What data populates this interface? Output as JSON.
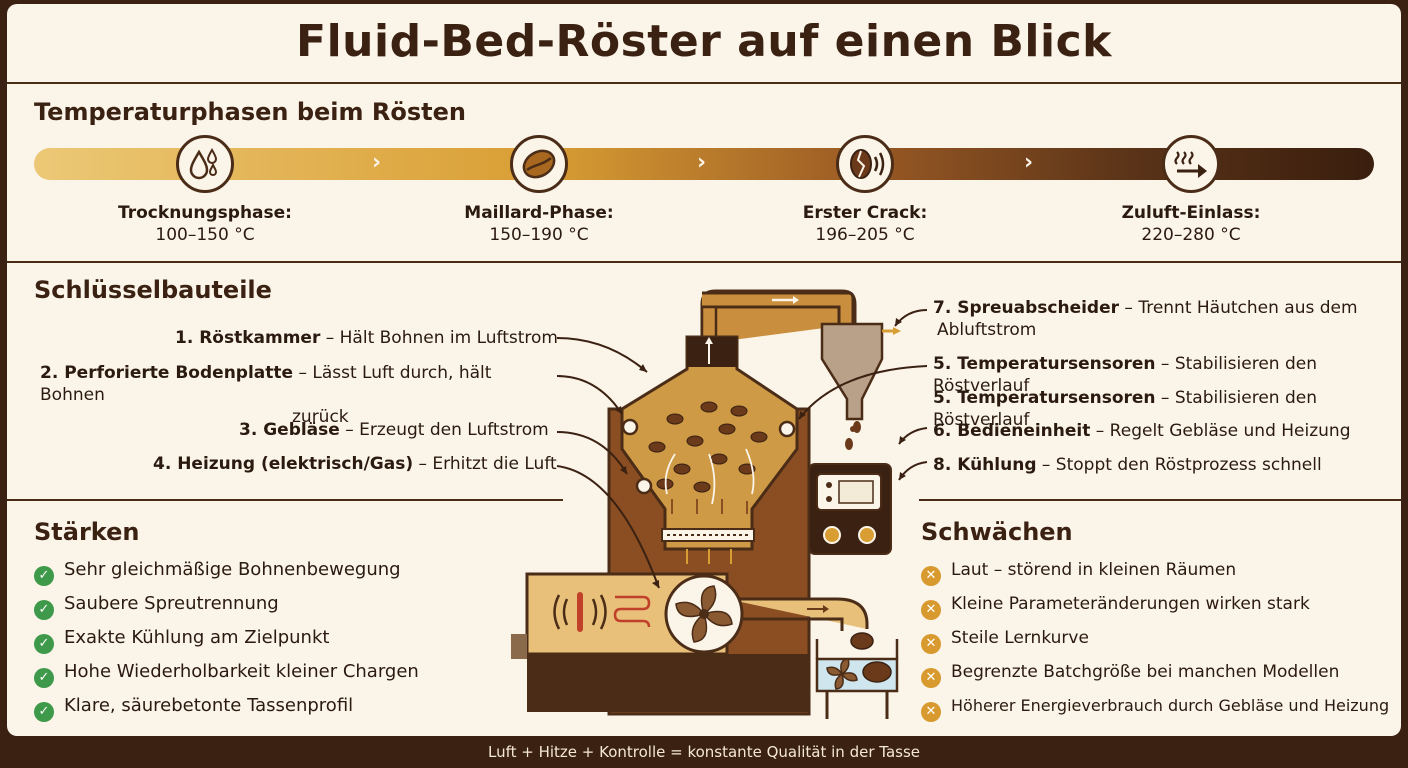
{
  "title": "Fluid-Bed-Röster auf einen Blick",
  "phases_section": {
    "heading": "Temperaturphasen beim Rösten",
    "phases": [
      {
        "name": "Trocknungsphase:",
        "range": "100–150 °C",
        "icon": "water-drops-icon"
      },
      {
        "name": "Maillard-Phase:",
        "range": "150–190 °C",
        "icon": "coffee-bean-icon"
      },
      {
        "name": "Erster Crack:",
        "range": "196–205 °C",
        "icon": "cracking-bean-icon"
      },
      {
        "name": "Zuluft-Einlass:",
        "range": "220–280 °C",
        "icon": "hot-air-arrow-icon"
      }
    ]
  },
  "components_section": {
    "heading": "Schlüsselbauteile",
    "left_labels": [
      {
        "name": "1. Röstkammer",
        "desc": " – Hält Bohnen im Luftstrom"
      },
      {
        "name": "2. Perforierte Bodenplatte",
        "desc": " – Lässt Luft durch, hält Bohnen",
        "desc2": "zurück"
      },
      {
        "name": "3. Gebläse",
        "desc": " – Erzeugt den Luftstrom"
      },
      {
        "name": "4. Heizung (elektrisch/Gas)",
        "desc": " – Erhitzt die Luft"
      }
    ],
    "right_labels": [
      {
        "name": "7. Spreuabscheider",
        "desc": " – Trennt Häutchen aus dem",
        "desc2": "Abluftstrom"
      },
      {
        "name": "5. Temperatursensoren",
        "desc": " – Stabilisieren den Röstverlauf"
      },
      {
        "name": "5. Temperatursensoren",
        "desc": " – Stabilisieren den Röstverlauf"
      },
      {
        "name": "6. Bedieneinheit",
        "desc": " – Regelt Gebläse und Heizung"
      },
      {
        "name": "8. Kühlung",
        "desc": " – Stoppt den Röstprozess schnell"
      }
    ]
  },
  "strengths": {
    "heading": "Stärken",
    "items": [
      "Sehr gleichmäßige Bohnenbewegung",
      "Saubere Spreutrennung",
      "Exakte Kühlung am Zielpunkt",
      "Hohe Wiederholbarkeit kleiner Chargen",
      "Klare, säurebetonte Tassenprofil"
    ]
  },
  "weaknesses": {
    "heading": "Schwächen",
    "items": [
      "Laut – störend in kleinen Räumen",
      "Kleine Parameteränderungen wirken stark",
      "Steile Lernkurve",
      "Begrenzte Batchgröße bei manchen Modellen",
      "Höherer Energieverbrauch durch Gebläse und Heizung"
    ]
  },
  "footer": "Luft + Hitze + Kontrolle = konstante Qualität in der Tasse",
  "colors": {
    "dark_brown": "#3a2112",
    "cream": "#fbf4e8",
    "amber": "#d99e33",
    "check_green": "#3e9a4a",
    "x_orange": "#d89a2e"
  }
}
